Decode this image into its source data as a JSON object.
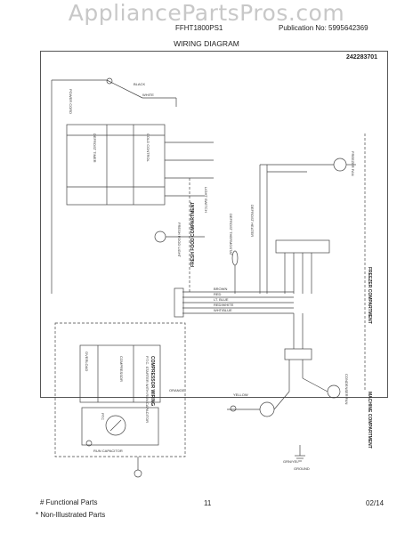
{
  "watermark": "AppliancePartsPros.com",
  "header": {
    "model": "FFHT1800PS1",
    "publication": "Publication No:  5995642369",
    "title": "WIRING DIAGRAM"
  },
  "diagram": {
    "document_number": "242283701",
    "sections": {
      "fresh_food": "FRESH FOOD COMPARTMENT",
      "freezer": "FREEZER COMPARTMENT",
      "machine": "MACHINE COMPARTMENT",
      "compressor_wiring": "COMPRESSOR WIRING",
      "compressor_wiring_sub": "P.T.C. STARTER WITH RUN CAPACITOR"
    },
    "components": {
      "power_cord": "POWER CORD",
      "fresh_food_light": "FRESH FOOD LIGHT",
      "light_switch": "LIGHT SWITCH",
      "cold_control": "COLD CONTROL",
      "defrost_timer": "DEFROST TIMER",
      "defrost_thermostat": "DEFROST THERMOSTAT",
      "defrost_heater": "DEFROST HEATER",
      "freezer_fan": "FREEZER FAN",
      "condenser_fan": "CONDENSER FAN",
      "compressor": "COMPRESSOR",
      "overload": "OVERLOAD",
      "ptc": "PTC",
      "run_capacitor": "RUN CAPACITOR",
      "ground": "GROUND"
    },
    "wire_colors": {
      "black": "BLACK",
      "white": "WHITE",
      "red": "RED",
      "brown": "BROWN",
      "yellow": "YELLOW",
      "orange": "ORANGE",
      "lt_blue": "LT. BLUE",
      "red_white": "RED/WHITE",
      "wht_blue": "WHT/BLUE",
      "grn_yel": "GRN/YEL"
    }
  },
  "footer": {
    "functional": "# Functional Parts",
    "non_illustrated": "* Non-Illustrated Parts",
    "page": "11",
    "date": "02/14"
  }
}
